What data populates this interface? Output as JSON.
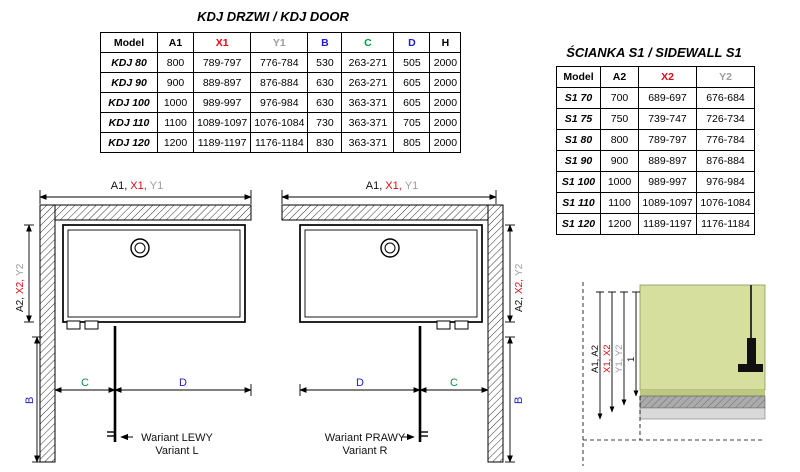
{
  "door_section": {
    "title": "KDJ DRZWI / KDJ DOOR",
    "table": {
      "headers": [
        {
          "label": "Model",
          "color": "#000000"
        },
        {
          "label": "A1",
          "color": "#000000"
        },
        {
          "label": "X1",
          "color": "#e30613"
        },
        {
          "label": "Y1",
          "color": "#9d9d9c"
        },
        {
          "label": "B",
          "color": "#2020c8"
        },
        {
          "label": "C",
          "color": "#009640"
        },
        {
          "label": "D",
          "color": "#2020c8"
        },
        {
          "label": "H",
          "color": "#000000"
        }
      ],
      "rows": [
        [
          "KDJ 80",
          "800",
          "789-797",
          "776-784",
          "530",
          "263-271",
          "505",
          "2000"
        ],
        [
          "KDJ 90",
          "900",
          "889-897",
          "876-884",
          "630",
          "263-271",
          "605",
          "2000"
        ],
        [
          "KDJ 100",
          "1000",
          "989-997",
          "976-984",
          "630",
          "363-371",
          "605",
          "2000"
        ],
        [
          "KDJ 110",
          "1100",
          "1089-1097",
          "1076-1084",
          "730",
          "363-371",
          "705",
          "2000"
        ],
        [
          "KDJ 120",
          "1200",
          "1189-1197",
          "1176-1184",
          "830",
          "363-371",
          "805",
          "2000"
        ]
      ]
    }
  },
  "sidewall_section": {
    "title": "ŚCIANKA S1 / SIDEWALL S1",
    "table": {
      "headers": [
        {
          "label": "Model",
          "color": "#000000"
        },
        {
          "label": "A2",
          "color": "#000000"
        },
        {
          "label": "X2",
          "color": "#e30613"
        },
        {
          "label": "Y2",
          "color": "#9d9d9c"
        }
      ],
      "rows": [
        [
          "S1 70",
          "700",
          "689-697",
          "676-684"
        ],
        [
          "S1 75",
          "750",
          "739-747",
          "726-734"
        ],
        [
          "S1 80",
          "800",
          "789-797",
          "776-784"
        ],
        [
          "S1 90",
          "900",
          "889-897",
          "876-884"
        ],
        [
          "S1 100",
          "1000",
          "989-997",
          "976-984"
        ],
        [
          "S1 110",
          "1100",
          "1089-1097",
          "1076-1084"
        ],
        [
          "S1 120",
          "1200",
          "1189-1197",
          "1176-1184"
        ]
      ]
    }
  },
  "diagram_left": {
    "dim_top_a": "A1,",
    "dim_top_x": "X1,",
    "dim_top_y": "Y1",
    "dim_side_a": "A2,",
    "dim_side_x": "X2,",
    "dim_side_y": "Y2",
    "dim_b": "B",
    "dim_c": "C",
    "dim_d": "D",
    "caption_pl": "Wariant LEWY",
    "caption_en": "Variant L"
  },
  "diagram_right": {
    "dim_top_a": "A1,",
    "dim_top_x": "X1,",
    "dim_top_y": "Y1",
    "dim_side_a": "A2,",
    "dim_side_x": "X2,",
    "dim_side_y": "Y2",
    "dim_b": "B",
    "dim_c": "C",
    "dim_d": "D",
    "caption_pl": "Wariant PRAWY",
    "caption_en": "Variant R"
  },
  "diagram_detail": {
    "dim_a": "A1, A2",
    "dim_x": "X1, X2",
    "dim_y": "Y1, Y2",
    "dim_1": "1"
  },
  "colors": {
    "red": "#e30613",
    "gray": "#9d9d9c",
    "blue": "#2020c8",
    "green": "#009640",
    "panel_green": "#d6df9e"
  }
}
